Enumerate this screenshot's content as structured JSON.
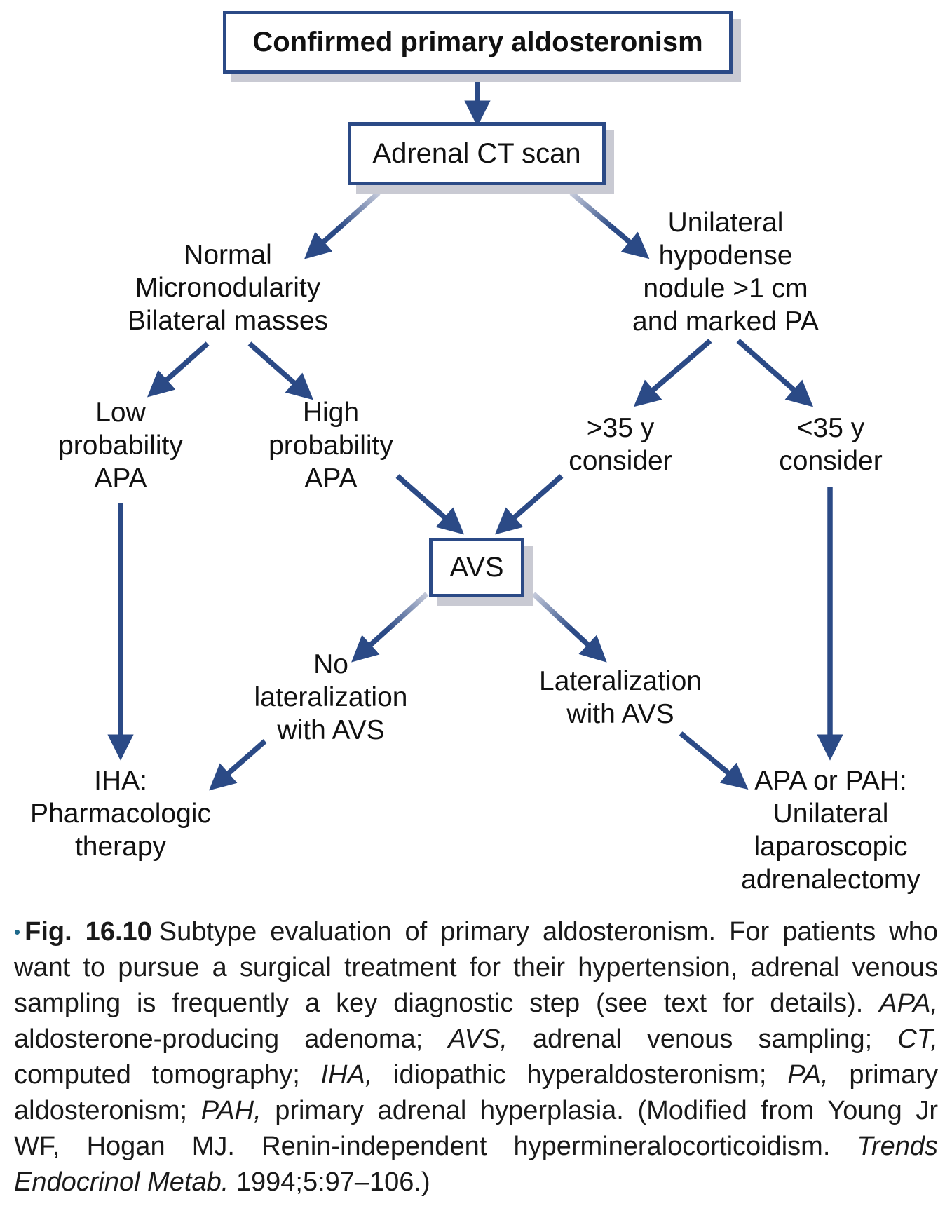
{
  "colors": {
    "arrow": "#2b4a86",
    "box_border": "#2b4a86",
    "shadow": "#c9cad3"
  },
  "nodes": {
    "confirmed": "Confirmed primary aldosteronism",
    "ct": "Adrenal CT scan",
    "normal": "Normal\nMicronodularity\nBilateral masses",
    "unilateral": "Unilateral\nhypodense\nnodule >1 cm\nand marked PA",
    "low": "Low\nprobability\nAPA",
    "high": "High\nprobability\nAPA",
    "gt35": ">35 y\nconsider",
    "lt35": "<35 y\nconsider",
    "avs": "AVS",
    "nolat": "No\nlateralization\nwith AVS",
    "lat": "Lateralization\nwith AVS",
    "iha": "IHA:\nPharmacologic\ntherapy",
    "apa": "APA or PAH:\nUnilateral\nlaparoscopic\nadrenalectomy"
  },
  "caption": {
    "bullet": "•",
    "fig": "Fig. 16.10",
    "t1": "Subtype evaluation of primary aldosteronism. For patients who want to pursue a surgical treatment for their hypertension, adrenal venous sampling is frequently a key diagnostic step (see text for details). ",
    "i1": "APA,",
    "t2": " aldosterone-producing adenoma; ",
    "i2": "AVS,",
    "t3": " adrenal venous sampling; ",
    "i3": "CT,",
    "t4": " computed tomography; ",
    "i4": "IHA,",
    "t5": " idiopathic hyperaldosteronism; ",
    "i5": "PA,",
    "t6": " primary aldosteronism; ",
    "i6": "PAH,",
    "t7": " primary adrenal hyperplasia. (Modified from Young Jr WF, Hogan MJ. Renin-independent hypermineralocorticoidism. ",
    "i7": "Trends Endocrinol Metab.",
    "t8": " 1994;5:97–106.)"
  }
}
